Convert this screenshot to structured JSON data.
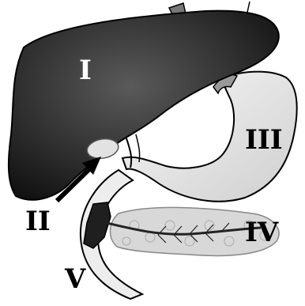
{
  "labels": {
    "liver": "I",
    "gallbladder_pointer": "II",
    "stomach": "III",
    "pancreas": "IV",
    "duodenum": "V"
  },
  "colors": {
    "liver": "#2a2a2a",
    "stomach": "#ececec",
    "pancreas": "#d6d6d6",
    "outline": "#000000",
    "label_on_dark": "#ffffff",
    "label_on_light": "#000000"
  }
}
